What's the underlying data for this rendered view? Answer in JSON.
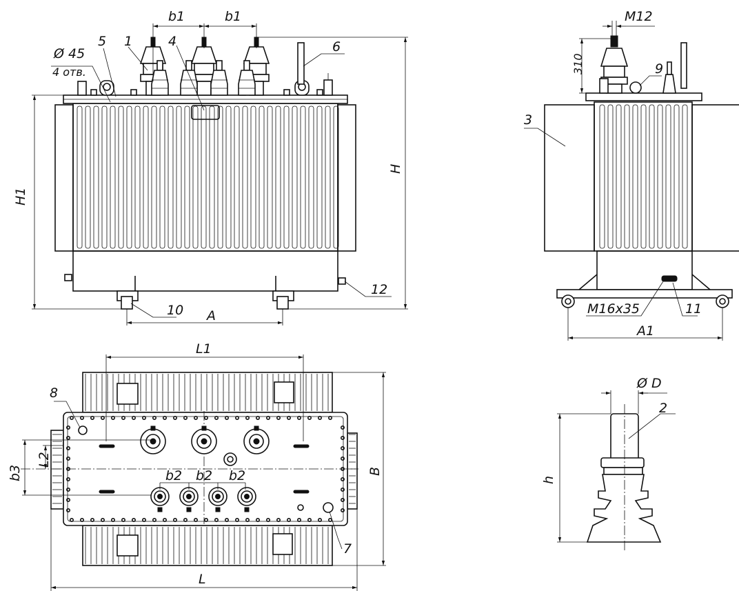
{
  "labels": {
    "b1_left": "b1",
    "b1_right": "b1",
    "m12": "M12",
    "d45": "Ø 45",
    "holes": "4 отв.",
    "n1": "1",
    "n2": "2",
    "n3": "3",
    "n4": "4",
    "n5": "5",
    "n6": "6",
    "n7": "7",
    "n8": "8",
    "n9": "9",
    "n10": "10",
    "n11": "11",
    "n12": "12",
    "h1": "H1",
    "h": "H",
    "h310": "310",
    "a": "A",
    "a1": "A1",
    "m16": "M16x35",
    "l1": "L1",
    "l": "L",
    "b": "B",
    "b3": "b3",
    "l2": "L2",
    "b2_1": "b2",
    "b2_2": "b2",
    "b2_3": "b2",
    "phid": "Ø D",
    "hsmall": "h"
  }
}
